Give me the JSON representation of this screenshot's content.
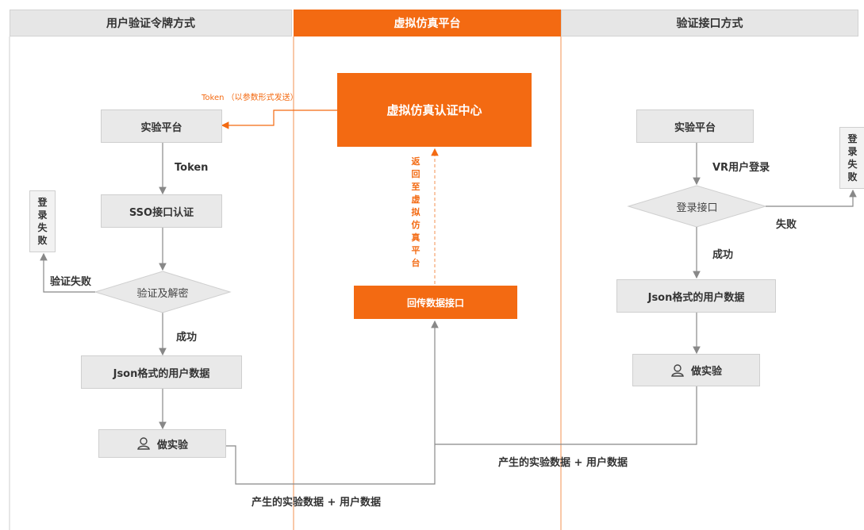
{
  "columns": {
    "left": "用户验证令牌方式",
    "center": "虚拟仿真平台",
    "right": "验证接口方式"
  },
  "center": {
    "auth_center": "虚拟仿真认证中心",
    "return_interface": "回传数据接口",
    "return_label_chars": [
      "返",
      "回",
      "至",
      "虚",
      "拟",
      "仿",
      "真",
      "平",
      "台"
    ]
  },
  "left": {
    "token_param_label": "Token （以参数形式发送）",
    "platform": "实验平台",
    "token_label": "Token",
    "sso": "SSO接口认证",
    "fail_box_chars": [
      "登",
      "录",
      "失",
      "败"
    ],
    "verify_fail_label": "验证失败",
    "decision": "验证及解密",
    "success_label": "成功",
    "json_data": "Json格式的用户数据",
    "experiment": "做实验",
    "output_label": "产生的实验数据 + 用户数据"
  },
  "right": {
    "platform": "实验平台",
    "vr_login_label": "VR用户登录",
    "decision": "登录接口",
    "fail_label": "失败",
    "fail_box_chars": [
      "登",
      "录",
      "失",
      "败"
    ],
    "success_label": "成功",
    "json_data": "Json格式的用户数据",
    "experiment": "做实验",
    "output_label": "产生的实验数据 + 用户数据"
  },
  "colors": {
    "accent": "#f36a12",
    "box_fill": "#e9e9e9",
    "header_fill": "#e6e6e6",
    "line": "#888888"
  },
  "icons": [
    "user-icon"
  ]
}
